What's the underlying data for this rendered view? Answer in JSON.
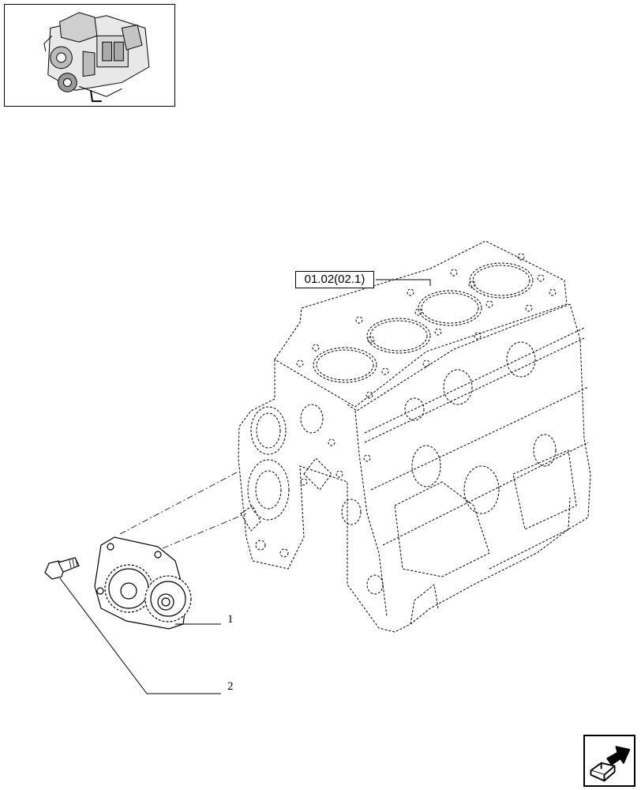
{
  "reference": {
    "label": "01.02(02.1)"
  },
  "callouts": [
    {
      "number": "1"
    },
    {
      "number": "2"
    }
  ],
  "icons": {
    "thumbnail": "engine-thumbnail-icon",
    "nav": "next-page-arrow-icon"
  },
  "colors": {
    "line": "#000000",
    "background": "#ffffff"
  }
}
